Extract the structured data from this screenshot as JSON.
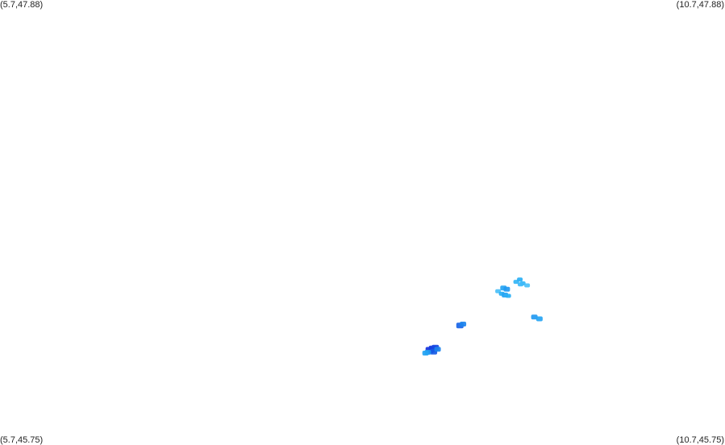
{
  "map": {
    "corners": {
      "top_left": "(5.7,47.88)",
      "top_right": "(10.7,47.88)",
      "bottom_left": "(5.7,45.75)",
      "bottom_right": "(10.7,45.75)"
    },
    "bounds": {
      "lon_min": 5.7,
      "lon_max": 10.7,
      "lat_min": 45.75,
      "lat_max": 47.88
    },
    "background_color": "#ffffff",
    "cells": [
      {
        "lon": 8.663,
        "lat": 46.2,
        "level": 0.95
      },
      {
        "lon": 8.685,
        "lat": 46.206,
        "level": 0.9
      },
      {
        "lon": 8.702,
        "lat": 46.212,
        "level": 0.85
      },
      {
        "lon": 8.69,
        "lat": 46.193,
        "level": 0.75
      },
      {
        "lon": 8.65,
        "lat": 46.19,
        "level": 0.45
      },
      {
        "lon": 8.635,
        "lat": 46.186,
        "level": 0.4
      },
      {
        "lon": 8.718,
        "lat": 46.204,
        "level": 0.55
      },
      {
        "lon": 8.872,
        "lat": 46.318,
        "level": 0.7
      },
      {
        "lon": 8.893,
        "lat": 46.325,
        "level": 0.55
      },
      {
        "lon": 9.172,
        "lat": 46.498,
        "level": 0.4
      },
      {
        "lon": 9.195,
        "lat": 46.492,
        "level": 0.45
      },
      {
        "lon": 9.135,
        "lat": 46.482,
        "level": 0.2
      },
      {
        "lon": 9.16,
        "lat": 46.47,
        "level": 0.35
      },
      {
        "lon": 9.182,
        "lat": 46.464,
        "level": 0.4
      },
      {
        "lon": 9.205,
        "lat": 46.46,
        "level": 0.35
      },
      {
        "lon": 9.26,
        "lat": 46.527,
        "level": 0.3
      },
      {
        "lon": 9.285,
        "lat": 46.538,
        "level": 0.35
      },
      {
        "lon": 9.305,
        "lat": 46.52,
        "level": 0.3
      },
      {
        "lon": 9.29,
        "lat": 46.515,
        "level": 0.25
      },
      {
        "lon": 9.335,
        "lat": 46.51,
        "level": 0.2
      },
      {
        "lon": 9.385,
        "lat": 46.359,
        "level": 0.45
      },
      {
        "lon": 9.42,
        "lat": 46.35,
        "level": 0.4
      }
    ]
  }
}
